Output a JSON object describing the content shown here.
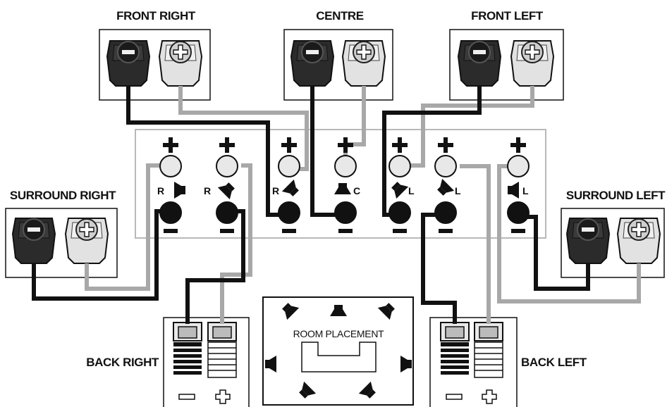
{
  "labels": {
    "front_right": "FRONT RIGHT",
    "centre": "CENTRE",
    "front_left": "FRONT LEFT",
    "surround_right": "SURROUND RIGHT",
    "surround_left": "SURROUND LEFT",
    "back_right": "BACK RIGHT",
    "back_left": "BACK LEFT",
    "room_placement": "ROOM PLACEMENT"
  },
  "receiver_channels": [
    "R",
    "R",
    "R",
    "C",
    "L",
    "L",
    "L"
  ],
  "colors": {
    "negative_wire": "#111111",
    "positive_wire": "#a8a8a8",
    "negative_post": "#2b2b2b",
    "positive_post": "#e2e2e2",
    "panel_border": "#b8b8b8"
  },
  "icons": {
    "terminal_negative": "minus-icon",
    "terminal_positive": "plus-icon",
    "speaker": "speaker-icon"
  }
}
